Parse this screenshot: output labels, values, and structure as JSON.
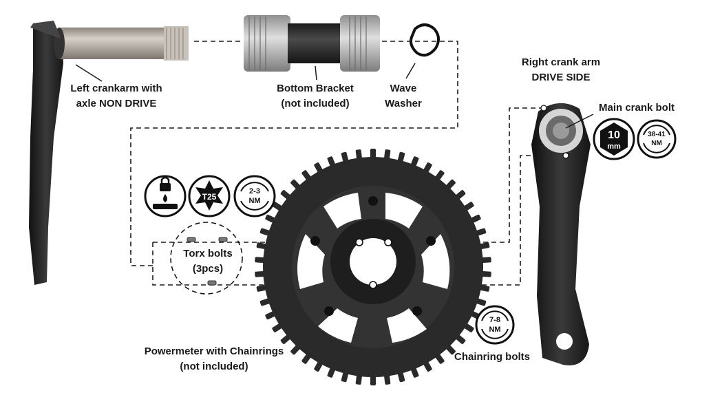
{
  "labels": {
    "left_crankarm": [
      "Left crankarm with",
      "axle NON DRIVE"
    ],
    "bottom_bracket": [
      "Bottom Bracket",
      "(not included)"
    ],
    "wave_washer": [
      "Wave",
      "Washer"
    ],
    "right_crank_arm": [
      "Right crank arm",
      "DRIVE SIDE"
    ],
    "main_crank_bolt": "Main crank bolt",
    "torx_bolts": [
      "Torx bolts",
      "(3pcs)"
    ],
    "powermeter": [
      "Powermeter with Chainrings",
      "(not included)"
    ],
    "chainring_bolts": "Chainring bolts"
  },
  "badges": {
    "threadlock": {
      "icon": "threadlock-icon"
    },
    "torx": {
      "text": "T25",
      "icon": "torx-icon"
    },
    "torque_torx": {
      "lines": [
        "2-3",
        "NM"
      ],
      "icon": "torque-icon"
    },
    "hex": {
      "lines": [
        "10",
        "mm"
      ],
      "icon": "hex-key-icon"
    },
    "torque_main": {
      "lines": [
        "38-41",
        "NM"
      ],
      "icon": "torque-icon"
    },
    "torque_chainring": {
      "lines": [
        "7-8",
        "NM"
      ],
      "icon": "torque-icon"
    }
  },
  "colors": {
    "line": "#1a1a1a",
    "crank_black": "#222222",
    "axle_silver": "#b5aca3",
    "chainring": "#2a2a2a"
  }
}
